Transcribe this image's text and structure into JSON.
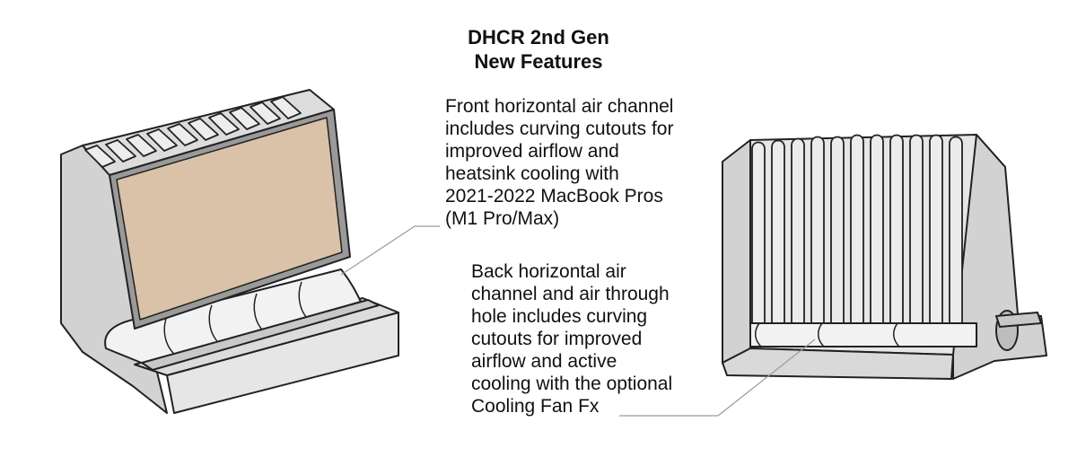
{
  "title": {
    "line1": "DHCR 2nd Gen",
    "line2": "New Features"
  },
  "captions": {
    "front": [
      "Front horizontal air channel",
      "includes curving cutouts for",
      "improved airflow and",
      "heatsink cooling with",
      "2021-2022 MacBook Pros",
      "(M1 Pro/Max)"
    ],
    "back": [
      "Back horizontal air",
      "channel and air through",
      "hole includes curving",
      "cutouts for improved",
      "airflow and active",
      "cooling with the optional",
      "Cooling Fan Fx"
    ]
  },
  "colors": {
    "body": "#e6e6e6",
    "body_side": "#d2d2d2",
    "body_dark": "#bdbdbd",
    "laptop_panel": "#d9c2a8",
    "laptop_frame": "#9a9a9a",
    "outline": "#222222",
    "leader": "#9a9a9a"
  }
}
